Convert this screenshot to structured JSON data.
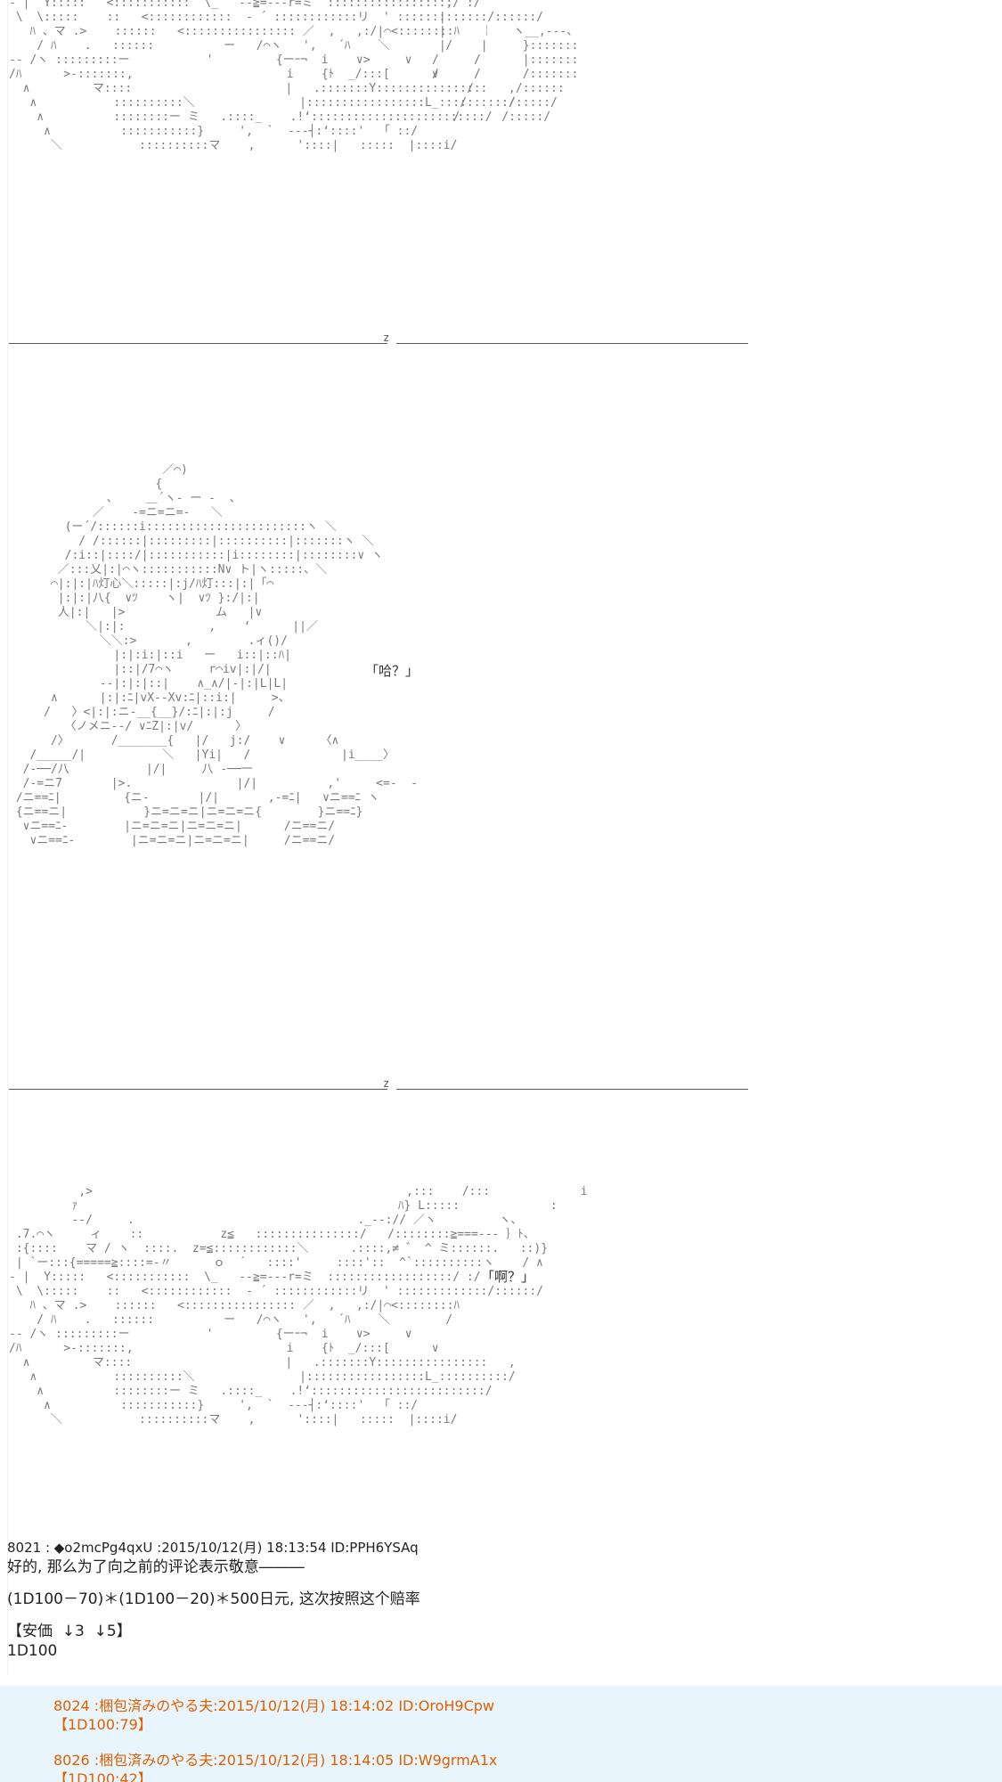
{
  "aa_panel_1": [
    "- |  Y:::::   <:::::::::::  \\_   -‐≧=---r=ミ  ::::::::::::::::::/ :/",
    " \\  \\:::::    ::   <::::::::::::  - ´ ::::::::::::リ  ' :::::::::::::/::::::/",
    "   ﾊ 、マ .>    ::::::   <:::::::::::::::: ／  ,   ,:/|⌒<::::::::ﾊ",
    "    / ﾊ    .   ::::::          ー   /⌒ヽ   ',   ´ﾊ    ＼        /",
    "-‐ /ヽ :::::::::ー           '         {ーｰ¬  i    ∨>     ∨",
    "/ﾊ      >‐:::::::,                      i    {ﾄ  _/:::[      ∨",
    "  ∧         マ::::                      |   .:::::::Y::::::::::::::::   ,",
    "   ∧           ::::::::::＼               |:::::::::::::::::L_::::::::::/",
    "    ∧          ::::::::ー ミ   .::::_    .!‘:::::::::::::::::::::::::/",
    "     ∧          :::::::::::}     ',  `  ---┤:‘::::'  「 ::/",
    "      ＼           ::::::::::マ    ,      '::::|   :::::  |::::i/"
  ],
  "aa_panel_1_right": [
    "  ,",
    " |",
    " |     ￤   ヽ__,-‐-、",
    " |     |     }:::::::",
    "/     /      |:::::::",
    "/     /      /:::::::",
    "     /      /::::::",
    "    /      /:::::/",
    "   /      /:::::/"
  ],
  "aa_panel_2": [
    "                      ／⌒)",
    "                     {",
    "              、    ＿´ヽ‐ ー ‐  、",
    "            ／    ‐=ニ=ニ=‐   ＼",
    "        (ー´/::::::i:::::::::::::::::::::::ヽ ＼",
    "          / /::::::|:::::::::|::::::::::|:::::::ヽ ＼",
    "        /:i::|::::/|:::::::::::|i::::::::|::::::::∨ ヽ",
    "       ／:::乂|:|⌒ヽ:::::::::::N∨ ト|ヽ:::::、＼",
    "      ⌒|:|:|ﾊ灯心＼:::::|:j/ﾊ灯:::|:|「⌒",
    "       |:|:|八{  ∨ﾂ    ヽ|  ∨ﾂ }:/|:|",
    "       人|:|   |>             ム   |∨",
    "           ＼|:|:            ,    ‘      ||／",
    "             ＼＼:>       ,        .ィ()/",
    "               |:|:i:|::i   ー   i::|::ﾊ|",
    "               |::|/7⌒ヽ     r⌒iv|:|/|",
    "             -‐|:|:|::|    ∧_∧/|-|:|L|L|",
    "      ∧      |:|:ﾆ|vX--Xv:ﾆ|::i:|     >、",
    "     /   〉<|:|:ニ-__{__}/:ﾆ|:|:j     /",
    "        〈ノメニ-‐/ ∨ﾆZ|:|v/      〉",
    "      /〉      /_______{   |/   j:/    ∨     〈∧",
    "   /_____/|           ＼   |Yi|   /             |i____〉",
    "  /‐──/八           |/|     八 ‐──一",
    "  /-=ニ7       |>.               |/|          ,'     <=-  ‐",
    " /ニ==ﾆ|         {ニ-       |/|       ,-=ﾆ|   ∨ニ==ﾆ ヽ",
    " {ニ==ニ|           }ニ=ニ=ニ|ニ=ニ=ニ{        }ニ==ﾆ}",
    "  ∨ニ==ﾆ-        |ニ=ニ=ニ|ニ=ニ=ニ|      /ニ==ニ/",
    "   ∨ニ==ﾆ-        |ニ=ニ=ニ|ニ=ニ=ニ|     /ニ==ニ/"
  ],
  "aa_panel_3": [
    "          ,>                                             ,:::    /:::             i",
    "         ｧ                                              ﾊ} L:::::             :",
    "         -‐/     .                                ._--:// ／ヽ         ヽ、",
    " .7.⌒ヽ     ィ    ::           z≦   :::::::::::::::/   /::::::::≧===--‐ ｝ﾄ、",
    " :{::::    マ / ヽ  ::::.  z=≦::::::::::::＼      .::::,≠ ゛ ^ ミ::::::.   ::)}",
    " | `ー:::{=====≧::::=‐〃      ｏ  ´   ::::'     ::::'::  ^`::::::::::ヽ    / ∧",
    "- |  Y:::::   <:::::::::::  \\_   -‐≧=---r=ミ  ::::::::::::::::::/ :/",
    " \\  \\:::::    ::   <::::::::::::  - ´ ::::::::::::リ  ' :::::::::::::/::::::/",
    "   ﾊ 、マ .>    ::::::   <:::::::::::::::: ／  ,   ,:/|⌒<::::::::ﾊ",
    "    / ﾊ    .   ::::::          ー   /⌒ヽ   ',   ´ﾊ    ＼        /",
    "-‐ /ヽ :::::::::ー           '         {ーｰ¬  i    ∨>     ∨",
    "/ﾊ      >‐:::::::,                      i    {ﾄ  _/:::[      ∨",
    "  ∧         マ::::                      |   .:::::::Y::::::::::::::::   ,",
    "   ∧           ::::::::::＼               |:::::::::::::::::L_::::::::::/",
    "    ∧          ::::::::ー ミ   .::::_    .!‘:::::::::::::::::::::::::/",
    "     ∧          :::::::::::}     ',  `  ---┤:‘::::'  「 ::/",
    "      ＼           ::::::::::マ    ,      '::::|   :::::  |::::i/"
  ],
  "speech_1": "「哈？」",
  "speech_2": "「啊？」",
  "separator_mark": "z",
  "post": {
    "header": "8021 : ◆o2mcPg4qxU :2015/10/12(月) 18:13:54 ID:PPH6YSAq",
    "line1": "好的, 那么为了向之前的评论表示敬意―――",
    "line2": "(1D100－70)＊(1D100－20)＊500日元, 这次按照这个赔率",
    "line3": "【安価  ↓3  ↓5】",
    "line4": "1D100"
  },
  "replies": [
    {
      "header": "8024 :梱包済みのやる夫:2015/10/12(月) 18:14:02 ID:OroH9Cpw",
      "body": "【1D100:79】"
    },
    {
      "header": "8026 :梱包済みのやる夫:2015/10/12(月) 18:14:05 ID:W9grmA1x",
      "body": "【1D100:42】"
    }
  ],
  "colors": {
    "reply_text": "#e06000",
    "reply_background": "#e8f5fc",
    "ascii_art": "#7a7a7a",
    "ascii_accent": "#2e8b2e"
  }
}
